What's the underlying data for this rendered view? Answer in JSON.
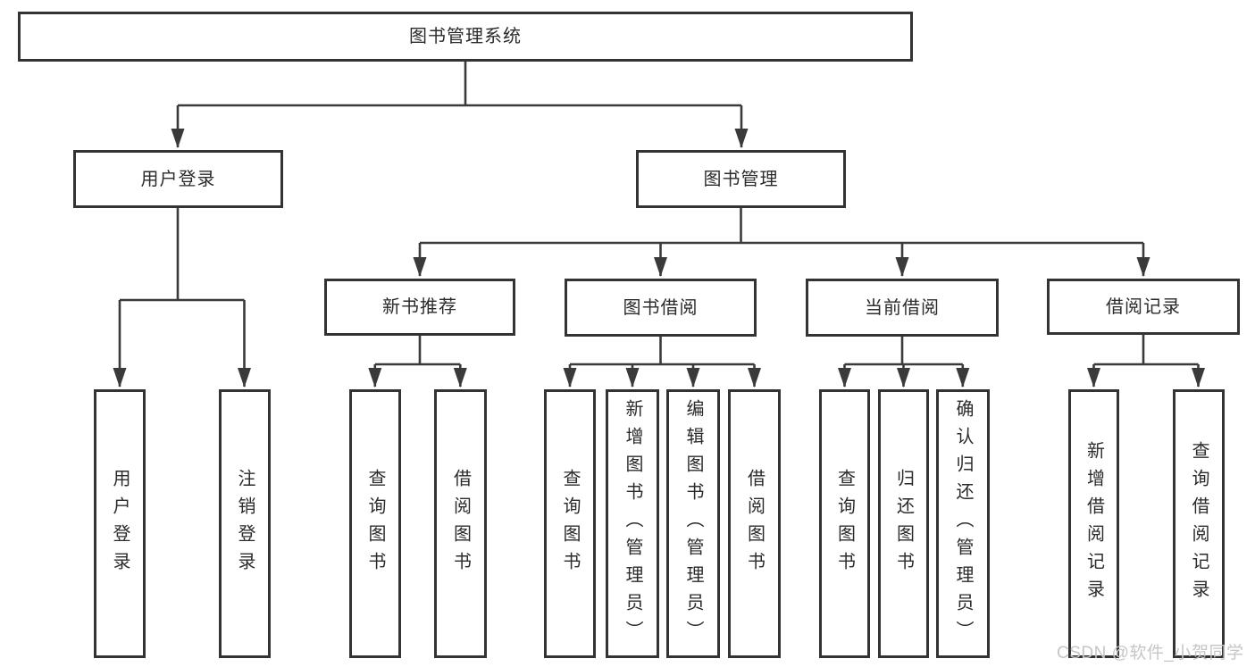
{
  "diagram": {
    "title": "图书管理系统",
    "nodes": {
      "root": "图书管理系统",
      "user_login_branch": {
        "label": "用户登录",
        "children": [
          "用户登录",
          "注销登录"
        ]
      },
      "book_mgmt_branch": {
        "label": "图书管理",
        "groups": [
          {
            "label": "新书推荐",
            "children": [
              "查询图书",
              "借阅图书"
            ]
          },
          {
            "label": "图书借阅",
            "children": [
              "查询图书",
              "新增图书（管理员）",
              "编辑图书（管理员）",
              "借阅图书"
            ]
          },
          {
            "label": "当前借阅",
            "children": [
              "查询图书",
              "归还图书",
              "确认归还（管理员）"
            ]
          },
          {
            "label": "借阅记录",
            "children": [
              "新增借阅记录",
              "查询借阅记录"
            ]
          }
        ]
      }
    }
  },
  "watermark": {
    "text": "CSDN @软件_小贺同学",
    "color": "#c6c6c6"
  },
  "colors": {
    "line": "#3a3a3a",
    "box_border": "#333333",
    "text": "#2b2b2b",
    "background": "#ffffff"
  }
}
